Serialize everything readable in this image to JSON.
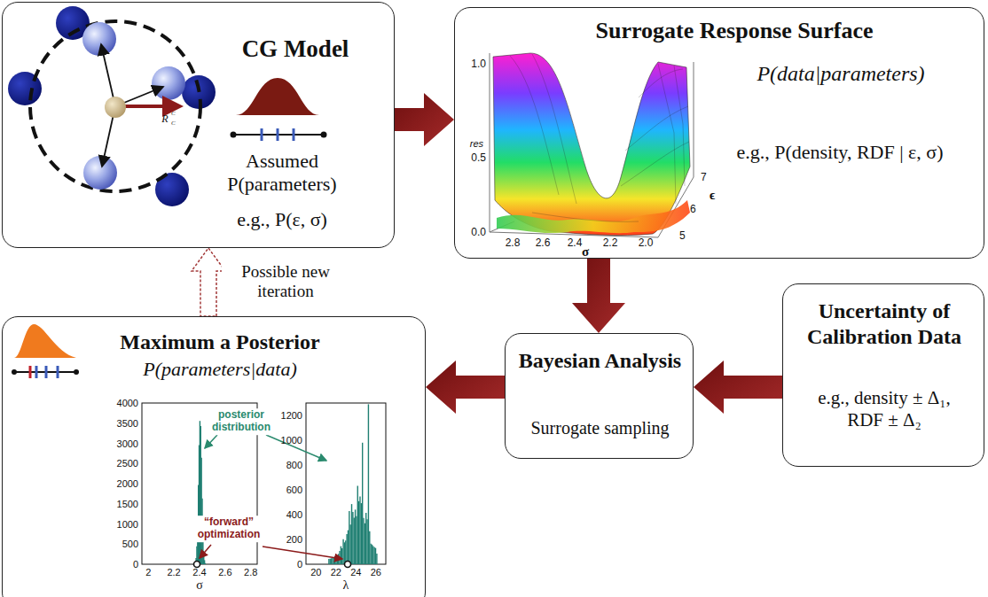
{
  "diagram": {
    "nodes": [
      {
        "text": [
          "CG Model",
          "Assumed P(parameters)",
          "e.g., P(ε, σ)"
        ]
      },
      {
        "text": [
          "Surrogate Response Surface",
          "P(data|parameters)",
          "e.g., P(density, RDF | ε, σ)"
        ]
      },
      {
        "text": [
          "Maximum a Posterior",
          "P(parameters|data)"
        ]
      },
      {
        "text": [
          "Bayesian Analysis",
          "Surrogate sampling"
        ]
      },
      {
        "text": [
          "Uncertainty of Calibration Data",
          "e.g., density ± Δ₁, RDF ± Δ₂"
        ]
      }
    ],
    "edges": [
      {
        "from": 0,
        "to": 1,
        "arrow": "to"
      },
      {
        "from": 1,
        "to": 3,
        "arrow": "to"
      },
      {
        "from": 4,
        "to": 3,
        "arrow": "to"
      },
      {
        "from": 3,
        "to": 2,
        "arrow": "to"
      },
      {
        "from": 2,
        "to": 0,
        "arrow": "to",
        "label": "Possible new iteration"
      }
    ],
    "labels": [
      "R",
      "C",
      "C",
      "1.0",
      "res",
      "0.5",
      "0.0",
      "2.8",
      "2.6",
      "2.4",
      "2.2",
      "2.0",
      "σ",
      "7",
      "6",
      "5",
      "ϵ",
      "4000",
      "3500",
      "3000",
      "2500",
      "2000",
      "1500",
      "1000",
      "500",
      "0",
      "2",
      "2.2",
      "2.4",
      "2.6",
      "2.8",
      "σ",
      "1200",
      "1000",
      "800",
      "600",
      "400",
      "200",
      "0",
      "20",
      "22",
      "24",
      "26",
      "λ",
      "posterior distribution",
      "“forward” optimization"
    ]
  }
}
